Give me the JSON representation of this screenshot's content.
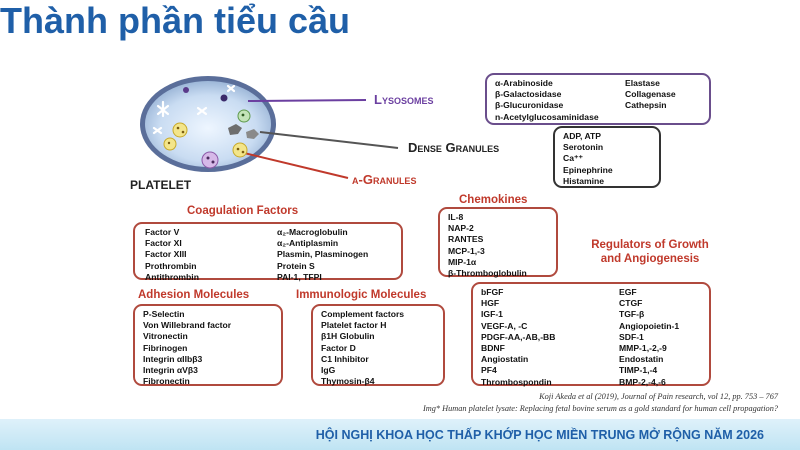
{
  "title": "Thành phần tiểu cầu",
  "diagram": {
    "platelet_label": "PLATELET",
    "lysosomes_label": "Lysosomes",
    "dense_label": "Dense Granules",
    "alpha_label": "α-Granules",
    "lysosome_items": [
      [
        "α-Arabinoside",
        "Elastase"
      ],
      [
        "β-Galactosidase",
        "Collagenase"
      ],
      [
        "β-Glucuronidase",
        "Cathepsin"
      ],
      [
        "n-Acetylglucosaminidase",
        ""
      ]
    ],
    "dense_items": [
      "ADP, ATP",
      "Serotonin",
      "Ca⁺⁺",
      "Epinephrine",
      "Histamine"
    ],
    "coag_header": "Coagulation Factors",
    "coag_items": [
      [
        "Factor V",
        "α₂-Macroglobulin"
      ],
      [
        "Factor XI",
        "α₂-Antiplasmin"
      ],
      [
        "Factor XIII",
        "Plasmin, Plasminogen"
      ],
      [
        "Prothrombin",
        "Protein S"
      ],
      [
        "Antithrombin",
        "PAI-1, TFPI"
      ]
    ],
    "chemokines_header": "Chemokines",
    "chemokines_items": [
      "IL-8",
      "NAP-2",
      "RANTES",
      "MCP-1,-3",
      "MIP-1α",
      "β-Thromboglobulin"
    ],
    "adhesion_header": "Adhesion Molecules",
    "adhesion_items": [
      "P-Selectin",
      "Von Willebrand factor",
      "Vitronectin",
      "Fibrinogen",
      "Integrin αIIbβ3",
      "Integrin αVβ3",
      "Fibronectin"
    ],
    "immuno_header": "Immunologic Molecules",
    "immuno_items": [
      "Complement factors",
      "Platelet factor H",
      "β1H Globulin",
      "Factor D",
      "C1 Inhibitor",
      "IgG",
      "Thymosin-β4"
    ],
    "growth_header": "Regulators of Growth and Angiogenesis",
    "growth_items": [
      [
        "bFGF",
        "EGF"
      ],
      [
        "HGF",
        "CTGF"
      ],
      [
        "IGF-1",
        "TGF-β"
      ],
      [
        "VEGF-A, -C",
        "Angiopoietin-1"
      ],
      [
        "PDGF-AA,-AB,-BB",
        "SDF-1"
      ],
      [
        "BDNF",
        "MMP-1,-2,-9"
      ],
      [
        "Angiostatin",
        "Endostatin"
      ],
      [
        "PF4",
        "TIMP-1,-4"
      ],
      [
        "Thrombospondin",
        "BMP-2,-4,-6"
      ]
    ]
  },
  "references": {
    "line1": "Koji Akeda et al (2019), Journal of Pain research, vol 12, pp. 753 – 767",
    "line2": "Img* Human platelet lysate: Replacing fetal bovine serum as a gold standard for human cell propagation?"
  },
  "footer": "HỘI NGHỊ KHOA HỌC THẤP KHỚP HỌC MIỀN TRUNG MỞ RỘNG NĂM 2026",
  "colors": {
    "title": "#1f5fa8",
    "header_red": "#c0392b",
    "box_red": "#b04a3e",
    "box_purple": "#6a4e8c",
    "lysosome_label": "#6b3fa0",
    "footer_bg": "#cfeaf6"
  }
}
